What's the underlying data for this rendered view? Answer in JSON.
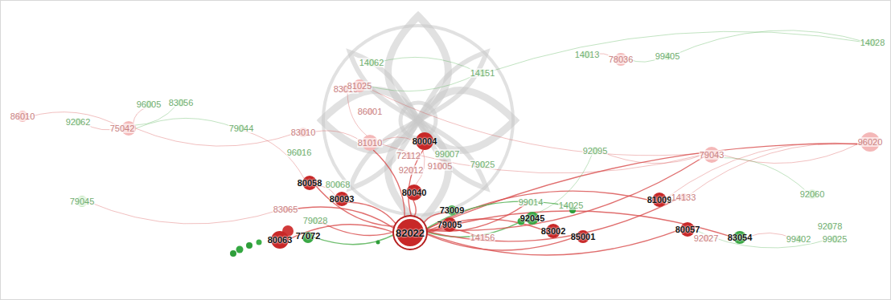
{
  "diagram": {
    "nodes": [
      {
        "text": [
          "86010"
        ]
      },
      {
        "text": [
          "92062"
        ]
      },
      {
        "text": [
          "75042"
        ]
      },
      {
        "text": [
          "96005"
        ]
      },
      {
        "text": [
          "83056"
        ]
      },
      {
        "text": [
          "79044"
        ]
      },
      {
        "text": [
          "83010"
        ]
      },
      {
        "text": [
          "96016"
        ]
      },
      {
        "text": [
          "83015"
        ]
      },
      {
        "text": [
          "14062"
        ]
      },
      {
        "text": [
          "81025"
        ]
      },
      {
        "text": [
          "86001"
        ]
      },
      {
        "text": [
          "14151"
        ]
      },
      {
        "text": [
          "14013"
        ]
      },
      {
        "text": [
          "78036"
        ]
      },
      {
        "text": [
          "99405"
        ]
      },
      {
        "text": [
          "14028"
        ]
      },
      {
        "text": [
          "81010"
        ]
      },
      {
        "text": [
          "80004"
        ]
      },
      {
        "text": [
          "72112"
        ]
      },
      {
        "text": [
          "99007"
        ]
      },
      {
        "text": [
          "91005"
        ]
      },
      {
        "text": [
          "79025"
        ]
      },
      {
        "text": [
          "92012"
        ]
      },
      {
        "text": [
          "92095"
        ]
      },
      {
        "text": [
          "79043"
        ]
      },
      {
        "text": [
          "96020"
        ]
      },
      {
        "text": [
          "80058"
        ]
      },
      {
        "text": [
          "80068"
        ]
      },
      {
        "text": [
          "80093"
        ]
      },
      {
        "text": [
          "80040"
        ]
      },
      {
        "text": [
          "79045"
        ]
      },
      {
        "text": [
          "83065"
        ]
      },
      {
        "text": [
          "99014"
        ]
      },
      {
        "text": [
          "14025"
        ]
      },
      {
        "text": [
          "81009"
        ]
      },
      {
        "text": [
          "14133"
        ]
      },
      {
        "text": [
          "92060"
        ]
      },
      {
        "text": [
          "80063"
        ]
      },
      {
        "text": [
          "77072"
        ]
      },
      {
        "text": [
          "79028"
        ]
      },
      {
        "text": [
          "73009"
        ]
      },
      {
        "text": [
          "79005"
        ]
      },
      {
        "text": [
          "92045"
        ]
      },
      {
        "text": [
          "82022"
        ]
      },
      {
        "text": [
          "14156"
        ]
      },
      {
        "text": [
          "83002"
        ]
      },
      {
        "text": [
          "85001"
        ]
      },
      {
        "text": [
          "80057"
        ]
      },
      {
        "text": [
          "92027"
        ]
      },
      {
        "text": [
          "83054"
        ]
      },
      {
        "text": [
          "99402"
        ]
      },
      {
        "text": [
          "99025"
        ]
      },
      {
        "text": [
          "92078"
        ]
      }
    ],
    "edges": [
      {
        "from": 44,
        "to": 30,
        "arrow": "none"
      },
      {
        "from": 44,
        "to": 27,
        "arrow": "none"
      },
      {
        "from": 44,
        "to": 29,
        "arrow": "none"
      },
      {
        "from": 44,
        "to": 18,
        "arrow": "none"
      },
      {
        "from": 44,
        "to": 38,
        "arrow": "none"
      },
      {
        "from": 44,
        "to": 39,
        "arrow": "none"
      },
      {
        "from": 44,
        "to": 42,
        "arrow": "none"
      },
      {
        "from": 44,
        "to": 41,
        "arrow": "none"
      },
      {
        "from": 44,
        "to": 43,
        "arrow": "none"
      },
      {
        "from": 44,
        "to": 46,
        "arrow": "none"
      },
      {
        "from": 44,
        "to": 47,
        "arrow": "none"
      },
      {
        "from": 44,
        "to": 35,
        "arrow": "none"
      },
      {
        "from": 44,
        "to": 48,
        "arrow": "none"
      },
      {
        "from": 44,
        "to": 50,
        "arrow": "none"
      },
      {
        "from": 44,
        "to": 25,
        "arrow": "none"
      },
      {
        "from": 44,
        "to": 26,
        "arrow": "none"
      },
      {
        "from": 44,
        "to": 33,
        "arrow": "none"
      },
      {
        "from": 44,
        "to": 34,
        "arrow": "none"
      },
      {
        "from": 44,
        "to": 36,
        "arrow": "none"
      },
      {
        "from": 44,
        "to": 40,
        "arrow": "none"
      },
      {
        "from": 44,
        "to": 32,
        "arrow": "none"
      },
      {
        "from": 44,
        "to": 45,
        "arrow": "none"
      },
      {
        "from": 44,
        "to": 17,
        "arrow": "none"
      },
      {
        "from": 0,
        "to": 2,
        "arrow": "none"
      },
      {
        "from": 1,
        "to": 2,
        "arrow": "none"
      },
      {
        "from": 2,
        "to": 3,
        "arrow": "none"
      },
      {
        "from": 2,
        "to": 4,
        "arrow": "none"
      },
      {
        "from": 2,
        "to": 5,
        "arrow": "none"
      },
      {
        "from": 2,
        "to": 6,
        "arrow": "none"
      },
      {
        "from": 6,
        "to": 17,
        "arrow": "none"
      },
      {
        "from": 10,
        "to": 12,
        "arrow": "none"
      },
      {
        "from": 13,
        "to": 14,
        "arrow": "none"
      },
      {
        "from": 14,
        "to": 15,
        "arrow": "none"
      },
      {
        "from": 15,
        "to": 16,
        "arrow": "none"
      },
      {
        "from": 25,
        "to": 26,
        "arrow": "none"
      },
      {
        "from": 25,
        "to": 37,
        "arrow": "none"
      },
      {
        "from": 17,
        "to": 25,
        "arrow": "none"
      },
      {
        "from": 18,
        "to": 30,
        "arrow": "none"
      },
      {
        "from": 18,
        "to": 17,
        "arrow": "none"
      },
      {
        "from": 27,
        "to": 29,
        "arrow": "none"
      },
      {
        "from": 31,
        "to": 32,
        "arrow": "none"
      },
      {
        "from": 9,
        "to": 12,
        "arrow": "none"
      },
      {
        "from": 24,
        "to": 25,
        "arrow": "none"
      },
      {
        "from": 36,
        "to": 26,
        "arrow": "none"
      },
      {
        "from": 8,
        "to": 17,
        "arrow": "none"
      },
      {
        "from": 12,
        "to": 16,
        "arrow": "none"
      },
      {
        "from": 10,
        "to": 25,
        "arrow": "none"
      },
      {
        "from": 35,
        "to": 26,
        "arrow": "none"
      },
      {
        "from": 48,
        "to": 52,
        "arrow": "none"
      },
      {
        "from": 50,
        "to": 51,
        "arrow": "none"
      },
      {
        "from": 43,
        "to": 24,
        "arrow": "none"
      },
      {
        "from": 5,
        "to": 27,
        "arrow": "none"
      }
    ]
  }
}
